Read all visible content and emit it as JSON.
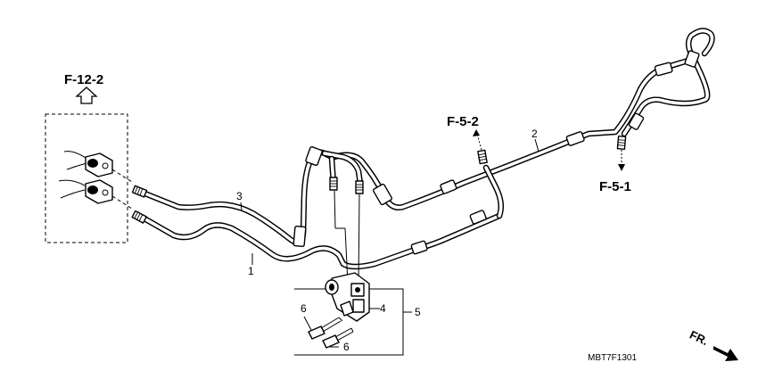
{
  "labels": {
    "ref_f12_2": "F-12-2",
    "ref_f5_2": "F-5-2",
    "ref_f5_1": "F-5-1",
    "part_1": "1",
    "part_2": "2",
    "part_3": "3",
    "part_4": "4",
    "part_5": "5",
    "part_6a": "6",
    "part_6b": "6",
    "fr": "FR.",
    "drawing_code": "MBT7F1301"
  }
}
